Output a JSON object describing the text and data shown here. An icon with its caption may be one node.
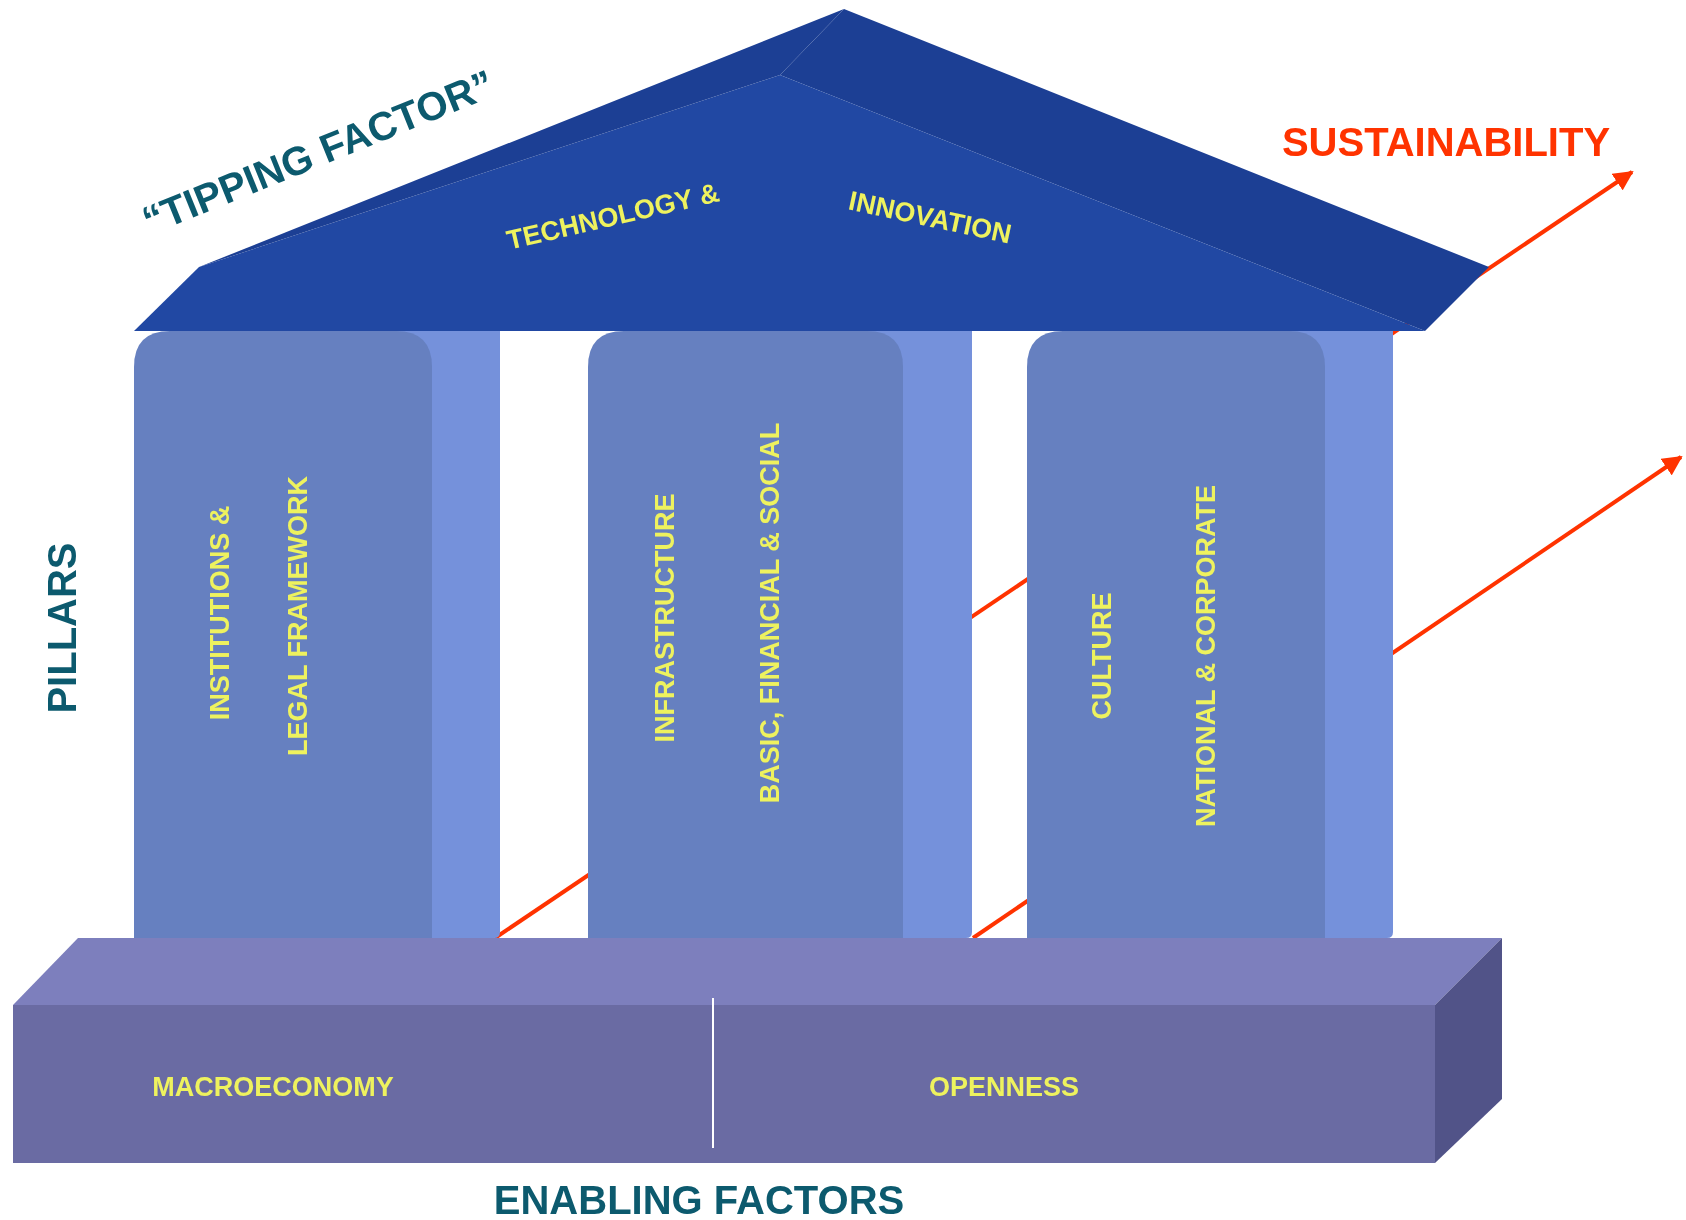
{
  "diagram": {
    "nodes": [
      {
        "text": [
          "TECHNOLOGY &",
          "INNOVATION"
        ]
      },
      {
        "text": [
          "INSTITUTIONS &",
          "LEGAL FRAMEWORK"
        ]
      },
      {
        "text": [
          "INFRASTRUCTURE",
          "BASIC, FINANCIAL &  SOCIAL"
        ]
      },
      {
        "text": [
          "CULTURE",
          "NATIONAL & CORPORATE"
        ]
      },
      {
        "text": [
          "MACROECONOMY"
        ]
      },
      {
        "text": [
          "OPENNESS"
        ]
      }
    ],
    "labels": [
      "“TIPPING FACTOR”",
      "SUSTAINABILITY",
      "PILLARS",
      "ENABLING FACTORS"
    ]
  }
}
